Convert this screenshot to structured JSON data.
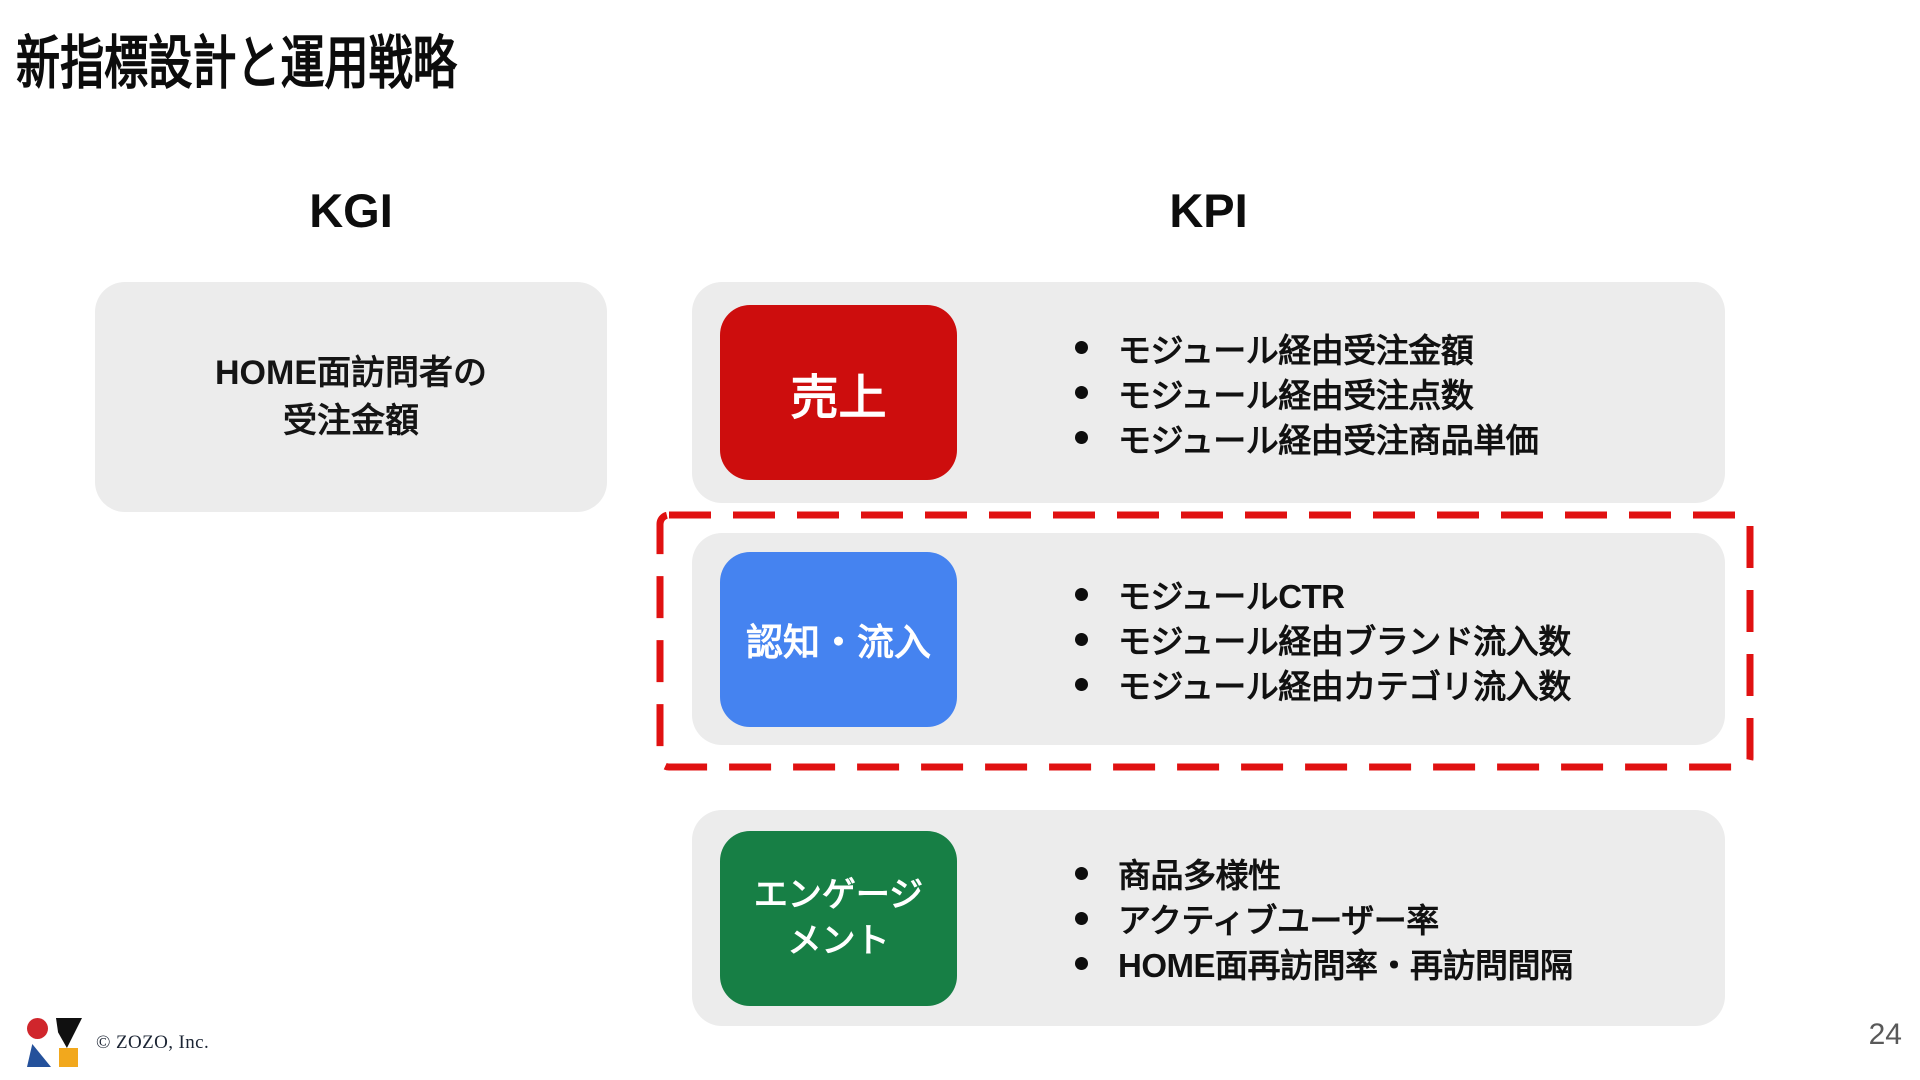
{
  "slide": {
    "title": "新指標設計と運用戦略",
    "page_number": "24",
    "copyright": "© ZOZO, Inc."
  },
  "colors": {
    "title-black": "#0c0c0c",
    "bullet-black": "#111111",
    "graybox": "#ececec",
    "dashred": "#e01111",
    "page-gray": "#595959",
    "footer-navy": "#1b2433",
    "logo-red": "#d0262c",
    "logo-black": "#101010",
    "logo-blue": "#24519b",
    "logo-yellow": "#f2a81d"
  },
  "kgi": {
    "header": "KGI",
    "box": {
      "line1": "HOME面訪問者の",
      "line2": "受注金額"
    }
  },
  "kpi": {
    "header": "KPI",
    "rows": [
      {
        "label_lines": [
          "売上"
        ],
        "color": "#cd0d0d",
        "highlighted": false,
        "items": [
          "モジュール経由受注金額",
          "モジュール経由受注点数",
          "モジュール経由受注商品単価"
        ]
      },
      {
        "label_lines": [
          "認知・流入"
        ],
        "color": "#4583f0",
        "highlighted": true,
        "items": [
          "モジュールCTR",
          "モジュール経由ブランド流入数",
          "モジュール経由カテゴリ流入数"
        ]
      },
      {
        "label_lines": [
          "エンゲージ",
          "メント"
        ],
        "color": "#177f45",
        "highlighted": false,
        "items": [
          "商品多様性",
          "アクティブユーザー率",
          "HOME面再訪問率・再訪問間隔"
        ]
      }
    ]
  }
}
